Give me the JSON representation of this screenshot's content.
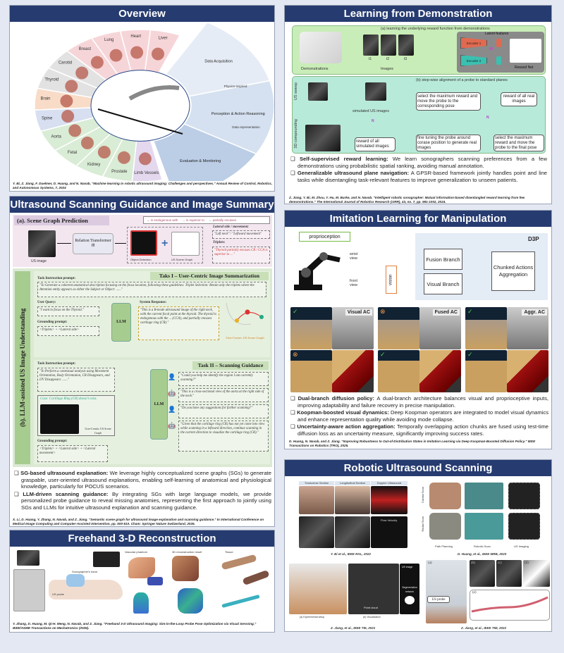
{
  "overview": {
    "title": "Overview",
    "organs": [
      {
        "label": "Limb Vessels",
        "color": "#e4d8ef"
      },
      {
        "label": "Prostate",
        "color": "#d9ecd5"
      },
      {
        "label": "Kidney",
        "color": "#d9ecd5"
      },
      {
        "label": "Fetal",
        "color": "#d9ecd5"
      },
      {
        "label": "Aorta",
        "color": "#d9ecd5"
      },
      {
        "label": "Spine",
        "color": "#d7dff0"
      },
      {
        "label": "Brain",
        "color": "#f8dcc8"
      },
      {
        "label": "Thyroid",
        "color": "#e2e2e2"
      },
      {
        "label": "Carotid",
        "color": "#e2e2e2"
      },
      {
        "label": "Breast",
        "color": "#f6d5d8"
      },
      {
        "label": "Lung",
        "color": "#f6d5d8"
      },
      {
        "label": "Heart",
        "color": "#f6d5d8"
      },
      {
        "label": "Liver",
        "color": "#f6d5d8"
      }
    ],
    "stages": [
      {
        "label": "Data Acquisition",
        "color": "#e6ecf6"
      },
      {
        "label": "Perception & Action Reasoning",
        "color": "#d5e1f0"
      },
      {
        "label": "Evaluation & Monitoring",
        "color": "#bccde6"
      }
    ],
    "physics_label": "Physics-inspired",
    "data_rep_label": "Data representation",
    "citation": "Y. Bi, Z. Jiang, F. Duelmer, D. Huang, and N. Navab, \"Machine learning in robotic ultrasound imaging: Challenges and perspectives.\" Annual Review of Control, Robotics, and Autonomous Systems, 7, 2024"
  },
  "guidance": {
    "title": "Ultrasound Scanning Guidance and Image Summary",
    "scene_graph_title": "(a). Scene Graph Prediction",
    "legend": [
      {
        "label": "is endogenous with",
        "color": "#d62828"
      },
      {
        "label": "is superior to",
        "color": "#9b5fc0"
      },
      {
        "label": "partially encases",
        "color": "#2f6db5"
      }
    ],
    "us_image": "US image",
    "relation_transformer": "Relation Transformer fθ",
    "object_detection": "Object Detection",
    "us_scene_graph": "US Scene Graph",
    "lateral_title": "Lateral side / movement:",
    "lateral_text": "\"Left neck\" / \"Leftward movement\"",
    "triplets_title": "Triplets:",
    "triplets_text": "\"Thyroid partially encases CR / CCA is superior to ... \"",
    "llm_section": "(b). LLM-assisted US Image Understanding",
    "task1": {
      "title": "Taks I – User-Centric Image Summarization",
      "instruction_title": "Task Instruction prompt:",
      "instruction": "\"To Generate a coherent anatomical description focusing on the focus location, following these guidelines: Triplet Selection: Retain only the triplets where the Attention entity appears as either the Subject or Object: ......\"",
      "query_title": "User Query:",
      "query": "\"I want to focus on the Thyroid.\"",
      "grounding_title": "Grounding prompt:",
      "grounding": "<Triplets> + <Lateral side>",
      "llm": "LLM",
      "response_title": "System Response:",
      "response": "\"This is a B-mode ultrasound image of the right neck, with the current focal point at the thyroid. The thyroid is endogenous with the ... (CCA), and partially encases cartilage ring (CR).\"",
      "graph_label": "User-Centric US Scene Graph"
    },
    "task2": {
      "title": "Task II – Scanning Guidance",
      "instruction_title": "Task Instruction prompt:",
      "instruction": "\"To Perform a contextual analysis using Movement Orientation, Body Orientation, CR Disappears, and IJV Disappears: ......\"",
      "case": "Case: Cartilage Ring (CR) doesn't exist.",
      "graph_label": "User-Centric US Scene Graph",
      "grounding_title": "Grounding prompt:",
      "grounding": "<Triplets> + <Lateral side> + <Lateral movement>",
      "llm": "LLM",
      "dialog": [
        "\"Could you help me identify the region I am currently scanning?\"",
        "\"This is a cross-sectional view of the aorta at the right side of the neck.\"",
        "\"Do you have any suggestions for further scanning?\"",
        "\"Given that the cartilage ring (CR) has not yet come into view while scanning in a leftward direction, continue scanning in the current direction to visualize the cartilage ring (CR).\""
      ]
    },
    "bullets": [
      {
        "title": "SG-based ultrasound explanation:",
        "text": " We leverage highly conceptualized scene graphs (SGs) to generate graspable, user-oriented ultrasound explanations, enabling self-learning of anatomical and physiological knowledge, particularly for POCUS scenarios."
      },
      {
        "title": "LLM-driven scanning guidance:",
        "text": " By integrating SGs with large language models, we provide personalized probe guidance to reveal missing anatomies, representing the first approach to jointly using SGs and LLMs for intuitive ultrasound explanation and scanning guidance."
      }
    ],
    "citation": "X. Li, D. Huang, Y. Zhang, N. Navab, and Z. Jiang. \"Semantic scene graph for ultrasound image explanation and scanning guidance.\" In International Conference on Medical Image Computing and Computer-Assisted Intervention, pp. 500-510. Cham: Springer Nature Switzerland, 2025."
  },
  "freehand": {
    "title": "Freehand 3-D Reconstruction",
    "labels": [
      "US probe",
      "Sonographer's hand",
      "Vascular phantom",
      "3D reconstruction result",
      "Tissue"
    ],
    "citation": "Y. Zhang, D. Huang, M. Qi-H. Meng, N. Navab, and Z. Jiang. \"Freehand 3-D Ultrasound Imaging: Sim-in-the-Loop Probe Pose Optimization via Visual Servoing.\" IEEE/ASME Transactions on Mechatronics (2025)."
  },
  "lfd": {
    "title": "Learning from Demonstration",
    "a_title": "(a) learning the underlying reward function from demonstrations",
    "demonstrations": "Demonstrations",
    "images": "Images",
    "times": [
      "t1",
      "t2",
      "t3"
    ],
    "latent": "Latent features",
    "encoder1": "Encoder 1",
    "encoder2": "Encoder 2",
    "mi": "MI",
    "reward_net": "Reward Net",
    "b_title": "(b) step-wise alignment of a probe to standard planes",
    "us_sweep": "US sweep",
    "compounding": "3D compounding",
    "sim_images": "simulated US images",
    "n": "N",
    "boxes": [
      "reward of all simulated images",
      "select the maximum reward and move the probe to the corresponding pose",
      "fine tuning the probe around corase position to generate real images",
      "reward of all real images",
      "select the maximum reward and move the probe to the final pose"
    ],
    "bullets": [
      {
        "title": "Self-supervised reward learning:",
        "text": " We learn sonographers scanning preferences from a few demonstrations using probabilistic spatial ranking, avoiding manual annotation."
      },
      {
        "title": "Generalizable ultrasound plane navigation:",
        "text": " A GPSR-based framework jointly handles point and line tasks while disentangling task-relevant features to improve generalization to unseen patients."
      }
    ],
    "citation": "Z. Jiang, Y. Bi, M. Zhou, Y. Hu, M. Burke, and N. Navab. \"Intelligent robotic sonographer: Mutual information-based disentangled reward learning from few demonstrations.\" The International Journal of Robotics Research (IJRR), 43, no. 7, pp. 981-1002, 2024."
  },
  "imitation": {
    "title": "Imitation Learning for Manipulation",
    "proprioception": "proprioception",
    "wrist_view": "wrist view",
    "front_view": "front view",
    "vision": "vision",
    "d3p": "D3P",
    "fusion": "Fusion Branch",
    "visual": "Visual Branch",
    "aggregation": "Chunked Actions Aggregation",
    "results": [
      {
        "label": "Visual AC",
        "top": "success",
        "bottom": "fail"
      },
      {
        "label": "Fused AC",
        "top": "fail",
        "bottom": "success"
      },
      {
        "label": "Aggr. AC",
        "top": "success",
        "bottom": "success"
      }
    ],
    "bullets": [
      {
        "title": "Dual-branch diffusion policy:",
        "text": " A dual-branch architecture balances visual and proprioceptive inputs, improving adaptability and failure recovery in precise manipulation."
      },
      {
        "title": "Koopman-boosted visual dynamics:",
        "text": " Deep Koopman operators are integrated to model visual dynamics and enhance representation quality while avoiding mode collapse."
      },
      {
        "title": "Uncertainty-aware action aggregation:",
        "text": " Temporally overlapping action chunks are fused using test-time diffusion loss as an uncertainty measure, significantly improving success rates."
      }
    ],
    "citation": "D. Huang, N. Navab, and Z. Jiang. \"Improving Robustness to Out-of-Distribution States in Imitation Learning via Deep Koopman-Boosted Diffusion Policy.\" IEEE Transactions on Robotics (TRO), 2025."
  },
  "robotic": {
    "title": "Robotic Ultrasound Scanning",
    "q1": {
      "cols": [
        "Transverse Section",
        "Longitudinal Section",
        "Doppler Ultrasound"
      ],
      "flow": "Flow Velocity",
      "caption": "Y. Bi et al., IEEE RAL, 2022"
    },
    "q2": {
      "rows": [
        "Carotid Scan",
        "Radial Scan"
      ],
      "cols": [
        "Path Planning",
        "Robotic Scan",
        "US Imaging"
      ],
      "caption": "D. Huang, et al., IEEE MRB, 2023"
    },
    "q3": {
      "setup": "(a) Experimental setup",
      "vis": "(b) Visualization",
      "point_cloud": "Point cloud",
      "us_image": "US image",
      "seg": "Segmentation network",
      "caption": "Z. Jiang, et al., IEEE TIE, 2021"
    },
    "q4": {
      "probe": "US probe",
      "panels": [
        "(a)",
        "(b)",
        "(c)",
        "(d)",
        "(e)"
      ],
      "caption": "Z. Jiang, et al., IEEE TMI, 2022"
    }
  }
}
